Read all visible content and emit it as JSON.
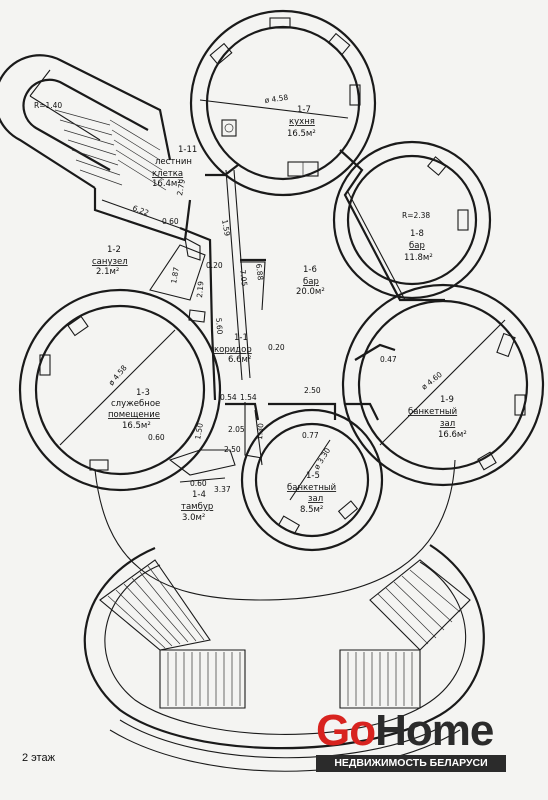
{
  "floor_label": "2 этаж",
  "logo": {
    "brand_go": "Go",
    "brand_home": "Home",
    "tagline": "НЕДВИЖИМОСТЬ БЕЛАРУСИ"
  },
  "rooms": {
    "r1_1": {
      "num": "1-1",
      "name": "коридор",
      "area": "6.6м²"
    },
    "r1_2": {
      "num": "1-2",
      "name": "санузел",
      "area": "2.1м²"
    },
    "r1_3": {
      "num": "1-3",
      "name1": "служебное",
      "name2": "помещение",
      "area": "16.5м²"
    },
    "r1_4": {
      "num": "1-4",
      "name": "тамбур",
      "area": "3.0м²"
    },
    "r1_5": {
      "num": "1-5",
      "name1": "банкетный",
      "name2": "зал",
      "area": "8.5м²"
    },
    "r1_6": {
      "num": "1-6",
      "name": "бар",
      "area": "20.0м²"
    },
    "r1_7": {
      "num": "1-7",
      "name": "кухня",
      "area": "16.5м²"
    },
    "r1_8": {
      "num": "1-8",
      "name": "бар",
      "area": "11.8м²"
    },
    "r1_9": {
      "num": "1-9",
      "name1": "банкетный",
      "name2": "зал",
      "area": "16.6м²"
    },
    "r1_11": {
      "num": "1-11",
      "name1": "лестнин",
      "name2": "клетка",
      "area": "16.4м²"
    }
  },
  "dims": {
    "kitchen_dia": "ø 4.58",
    "hall9_dia": "ø 4.60",
    "service_dia": "ø 4.58",
    "hall5_dia": "ø 3.30",
    "bar8_r": "R=2.38",
    "stair_r": "R=1.40",
    "d279": "2.79",
    "d622": "6.22",
    "d060a": "0.60",
    "d159": "1.59",
    "d705": "7.05",
    "d688": "6.88",
    "d187": "1.87",
    "d020a": "0.20",
    "d219": "2.19",
    "d560": "5.60",
    "d020b": "0.20",
    "d047": "0.47",
    "d054": "0.54",
    "d154": "1.54",
    "d250a": "2.50",
    "d077": "0.77",
    "d060b": "0.60",
    "d150": "1.50",
    "d205": "2.05",
    "d130": "1.30",
    "d250b": "2.50",
    "d060c": "0.60",
    "d337": "3.37"
  }
}
